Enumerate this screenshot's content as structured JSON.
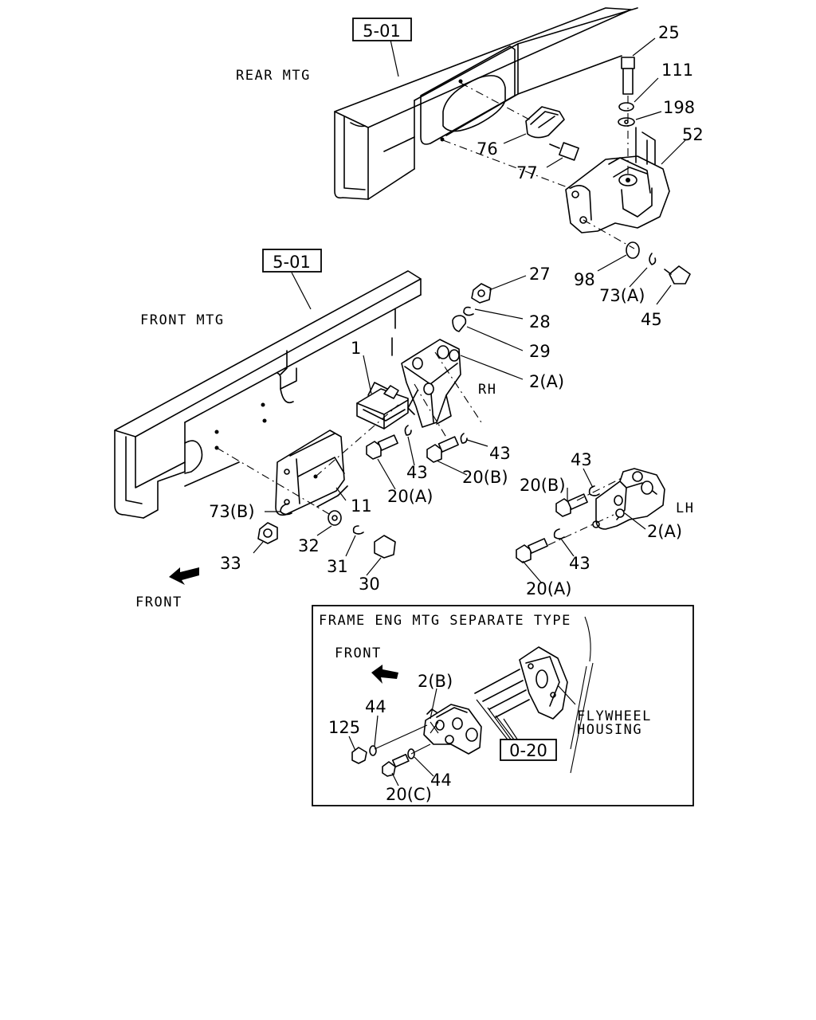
{
  "refs": {
    "top": "5-01",
    "front": "5-01",
    "inset": "0-20"
  },
  "headings": {
    "rear": "REAR MTG",
    "front": "FRONT MTG",
    "front_arrow": "FRONT",
    "inset_title": "FRAME ENG MTG SEPARATE TYPE",
    "inset_front": "FRONT",
    "flywheel_1": "FLYWHEEL",
    "flywheel_2": "HOUSING",
    "rh": "RH",
    "lh": "LH"
  },
  "callouts": {
    "p25": "25",
    "p111": "111",
    "p198": "198",
    "p52": "52",
    "p76": "76",
    "p77": "77",
    "p98": "98",
    "p73a_top": "73(A)",
    "p45": "45",
    "p27": "27",
    "p28": "28",
    "p29": "29",
    "p2a_rh": "2(A)",
    "p1": "1",
    "p43_a": "43",
    "p20a_rh": "20(A)",
    "p20b_rh": "20(B)",
    "p43_b": "43",
    "p73b": "73(B)",
    "p11": "11",
    "p33": "33",
    "p32": "32",
    "p31": "31",
    "p30": "30",
    "p43_lh_top": "43",
    "p20b_lh": "20(B)",
    "p2a_lh": "2(A)",
    "p43_lh_bot": "43",
    "p20a_lh": "20(A)",
    "p2b": "2(B)",
    "p44_top": "44",
    "p125": "125",
    "p20c": "20(C)",
    "p44_bot": "44"
  }
}
